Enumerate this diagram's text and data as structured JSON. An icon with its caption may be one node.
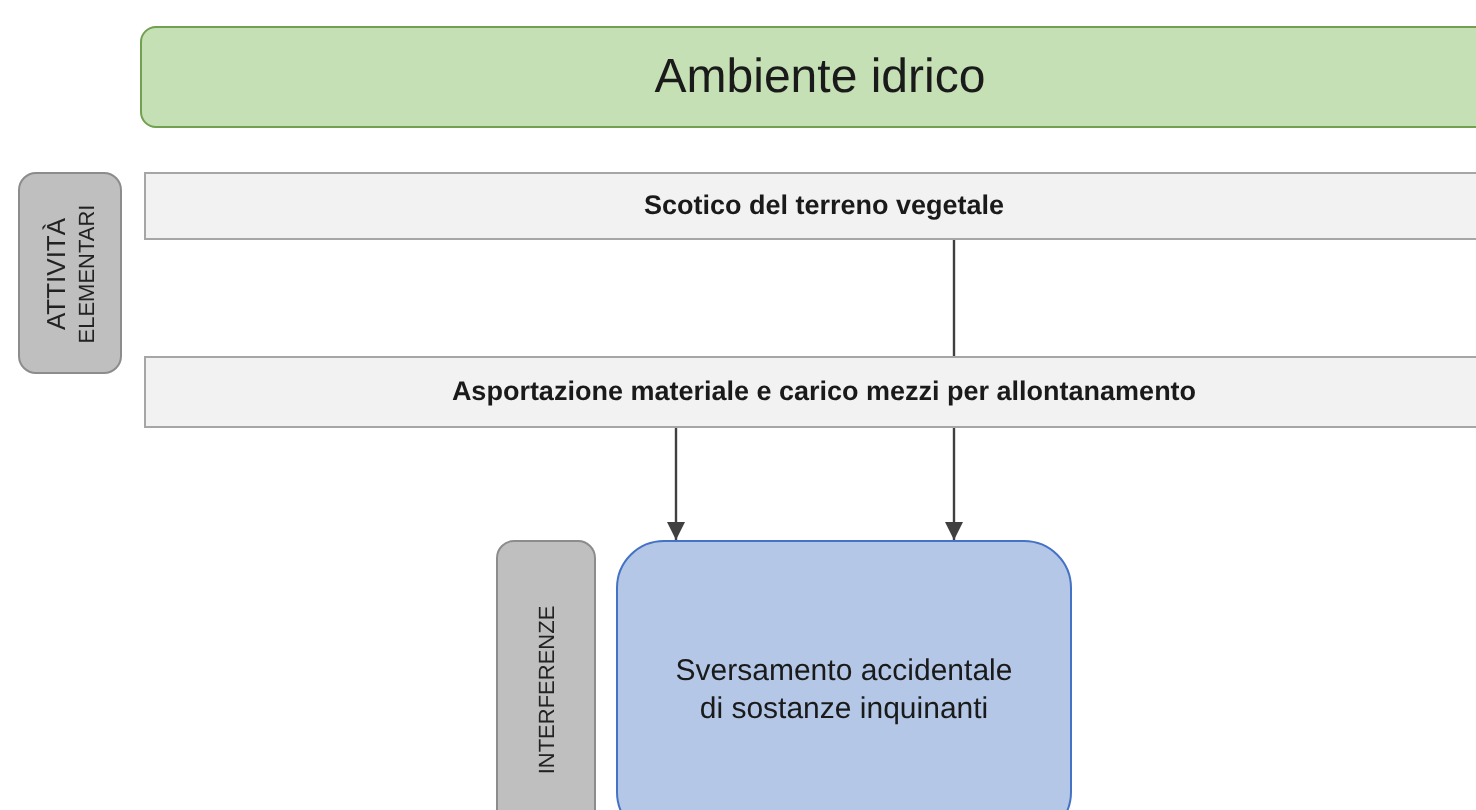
{
  "diagram": {
    "nodes": [
      {
        "text": [
          "Ambiente idrico"
        ]
      },
      {
        "text": [
          "ATTIVITÀ",
          "ELEMENTARI"
        ]
      },
      {
        "text": [
          "Scotico del terreno vegetale"
        ]
      },
      {
        "text": [
          "Asportazione materiale e carico mezzi per allontanamento"
        ]
      },
      {
        "text": [
          "INTERFERENZE"
        ]
      },
      {
        "text": [
          "Sversamento accidentale di sostanze inquinanti"
        ]
      }
    ],
    "edges": [
      {
        "from": 2,
        "to": 3,
        "arrow": "none"
      },
      {
        "from": 3,
        "to": 5,
        "arrow": "to"
      },
      {
        "from": 3,
        "to": 5,
        "arrow": "to"
      }
    ]
  }
}
